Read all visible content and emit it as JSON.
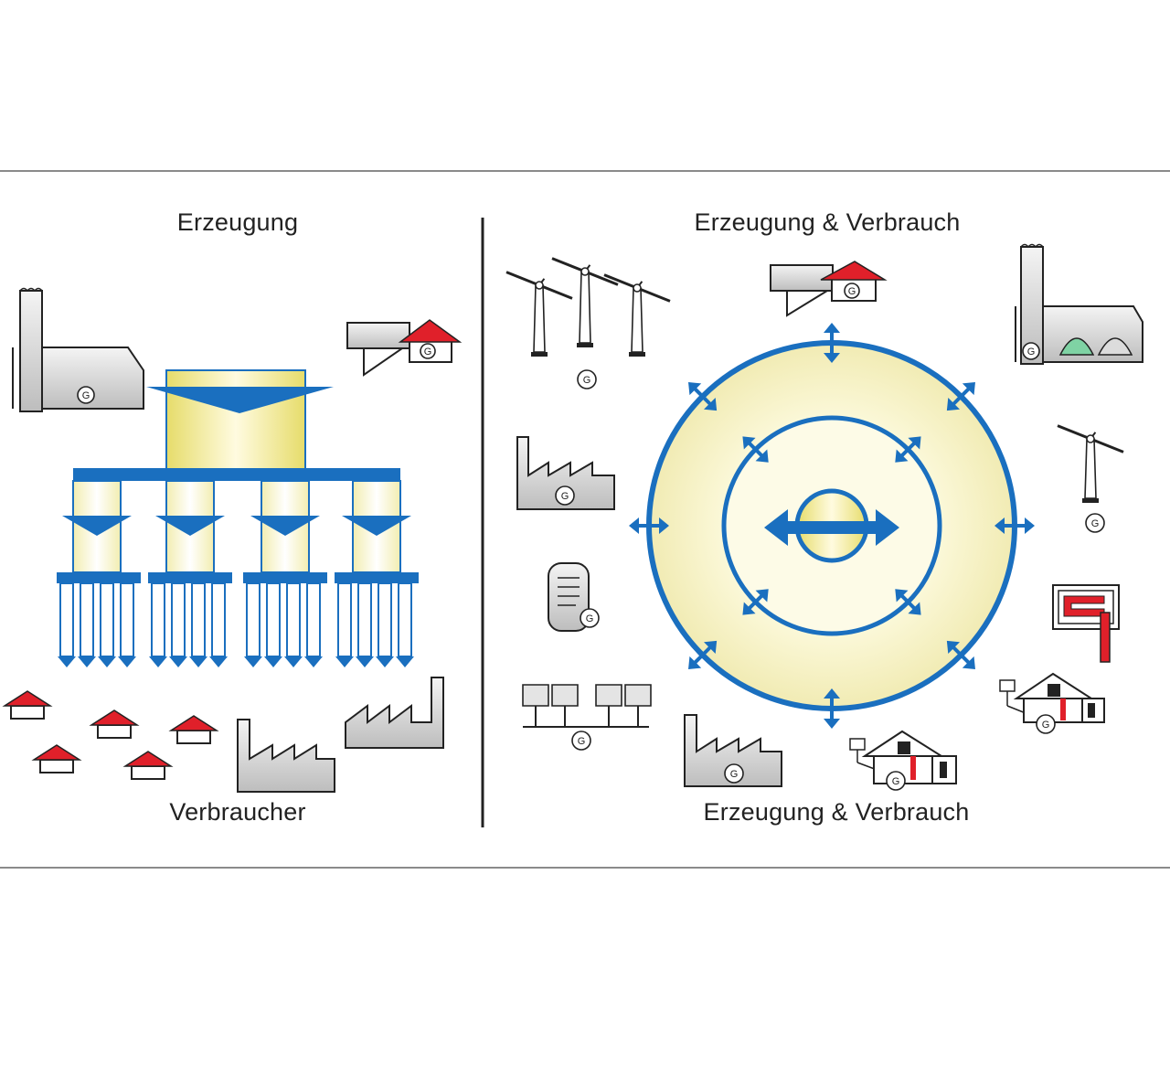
{
  "left_panel": {
    "top_label": "Erzeugung",
    "bottom_label": "Verbraucher"
  },
  "right_panel": {
    "top_label": "Erzeugung & Verbrauch",
    "bottom_label": "Erzeugung & Verbrauch"
  },
  "generator_symbol": "G",
  "colors": {
    "grid_blue": "#1a6fbf",
    "fill_yellow": "#f3eca0",
    "roof_red": "#e0202a",
    "building_gray": "#c9c9c9",
    "outline": "#222222",
    "divider": "#8a8a8a"
  }
}
